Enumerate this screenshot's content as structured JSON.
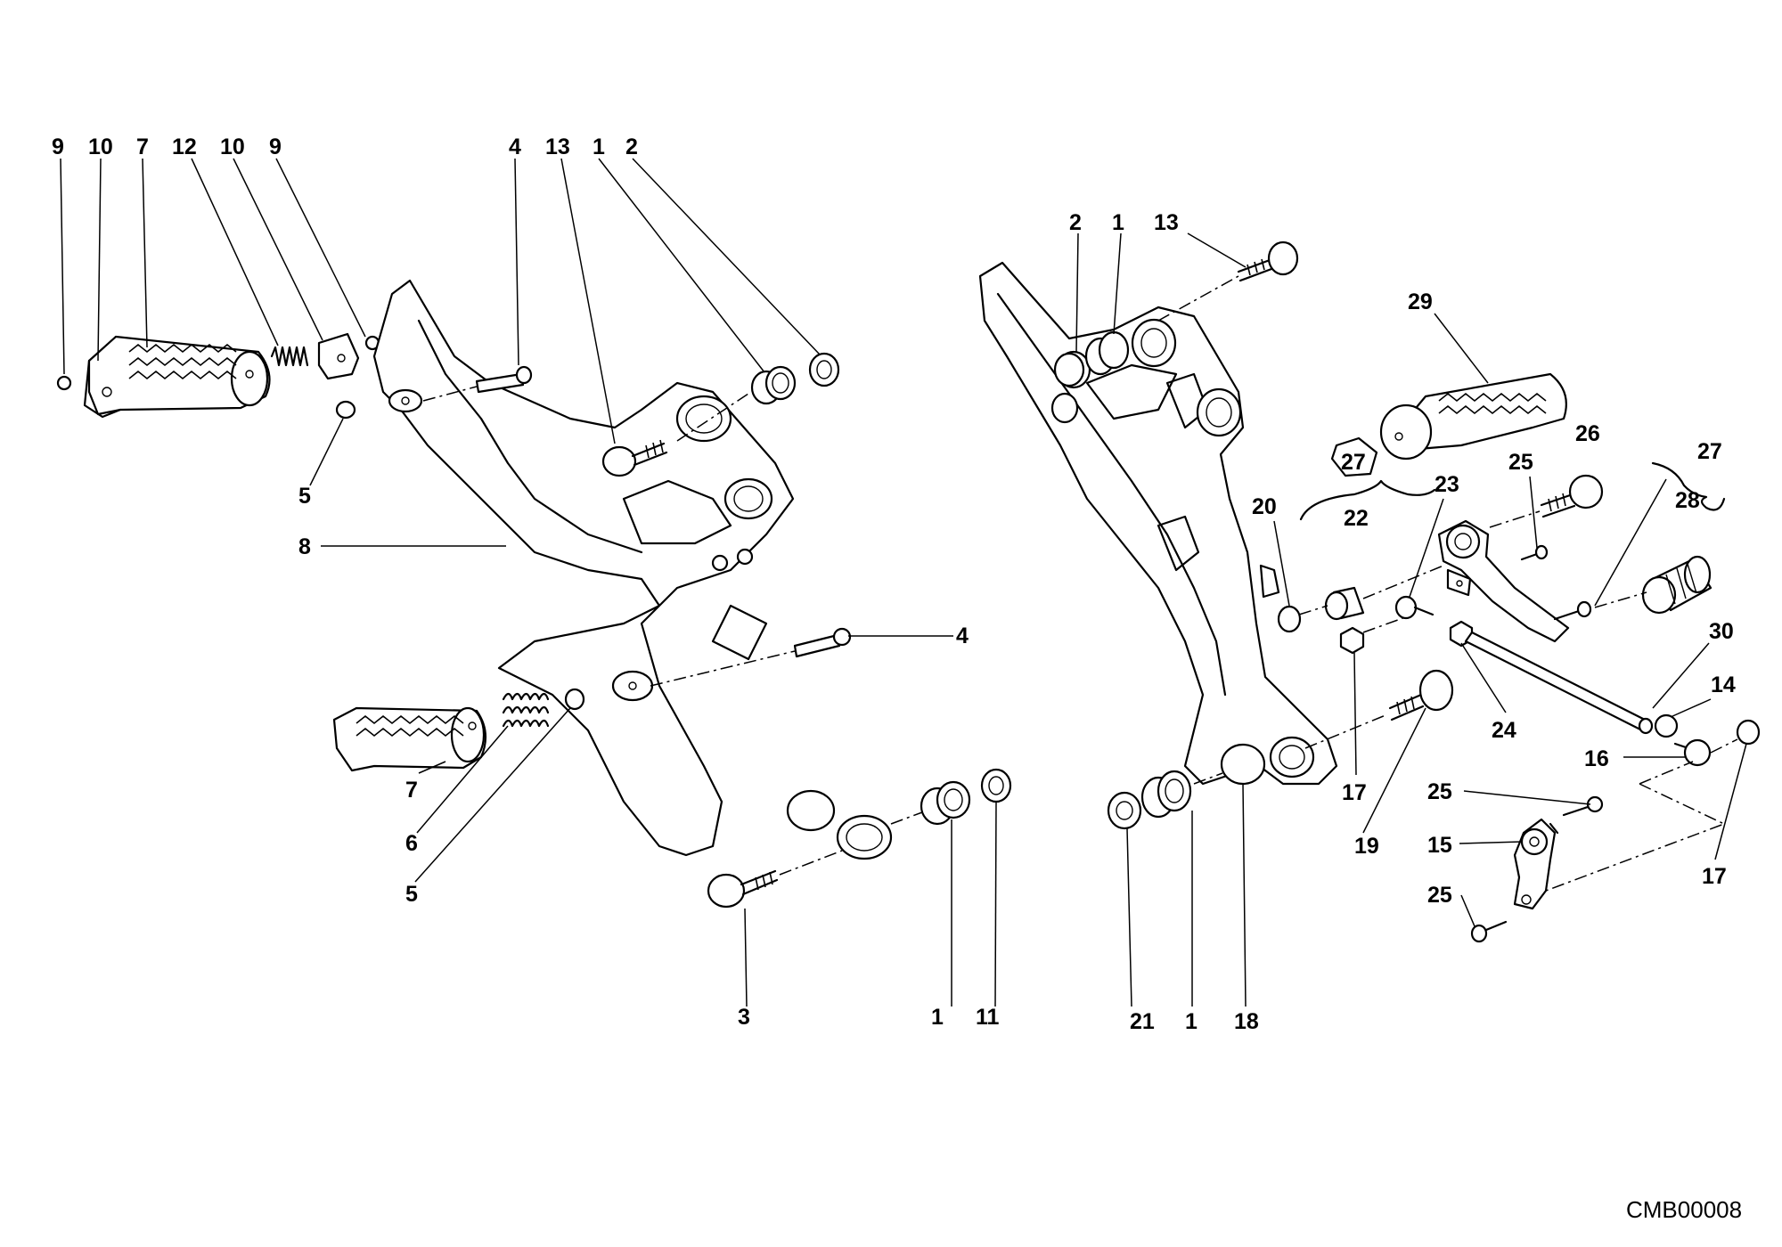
{
  "drawing_code": "CMB00008",
  "callouts": {
    "c9a": "9",
    "c10a": "10",
    "c7a": "7",
    "c12": "12",
    "c10b": "10",
    "c9b": "9",
    "c4a": "4",
    "c13a": "13",
    "c1a": "1",
    "c2a": "2",
    "c5a": "5",
    "c8": "8",
    "c4b": "4",
    "c7b": "7",
    "c6": "6",
    "c5b": "5",
    "c3": "3",
    "c1b": "1",
    "c11": "11",
    "c2b": "2",
    "c1c": "1",
    "c13b": "13",
    "c29": "29",
    "c27a": "27",
    "c20": "20",
    "c22": "22",
    "c23": "23",
    "c25a": "25",
    "c26": "26",
    "c27b": "27",
    "c28": "28",
    "c30": "30",
    "c14": "14",
    "c24": "24",
    "c16": "16",
    "c17a": "17",
    "c19": "19",
    "c25b": "25",
    "c15": "15",
    "c17b": "17",
    "c25c": "25",
    "c21": "21",
    "c1d": "1",
    "c18": "18"
  },
  "icons": [
    "footpeg-icon",
    "bracket-icon",
    "spring-icon",
    "bolt-icon",
    "bushing-icon",
    "washer-icon",
    "lever-icon",
    "rod-icon"
  ]
}
